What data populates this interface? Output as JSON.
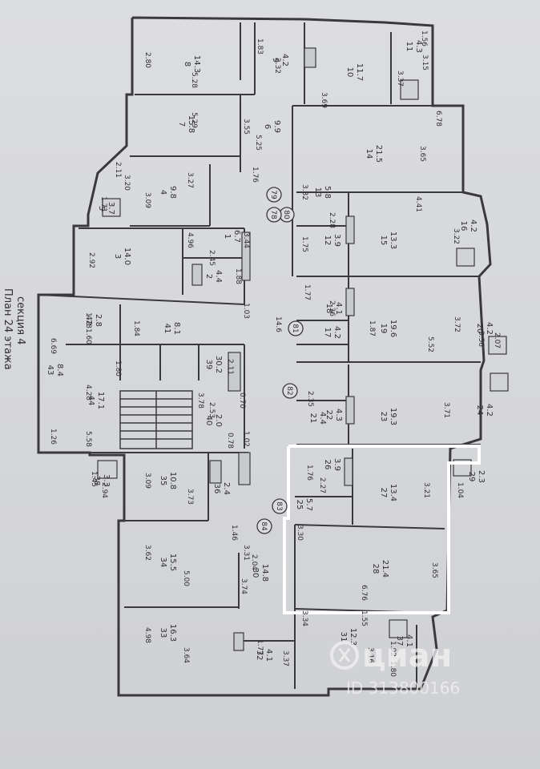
{
  "sheet_caption": {
    "line1": "План 24 этажа",
    "line2": "секция 4"
  },
  "rooms": [
    {
      "no": "8",
      "area": "14.3"
    },
    {
      "no": "9",
      "area": "4.2"
    },
    {
      "no": "10",
      "area": "11.7"
    },
    {
      "no": "11",
      "area": "4.3"
    },
    {
      "no": "7",
      "area": "15.8"
    },
    {
      "no": "6",
      "area": "9.9"
    },
    {
      "no": "14",
      "area": "21.5"
    },
    {
      "no": "5",
      "area": "3.7"
    },
    {
      "no": "4",
      "area": "9.8"
    },
    {
      "no": "13",
      "area": "5.8"
    },
    {
      "no": "16",
      "area": "4.2"
    },
    {
      "no": "15",
      "area": "13.3"
    },
    {
      "no": "12",
      "area": "3.9"
    },
    {
      "no": "1",
      "area": "6.7"
    },
    {
      "no": "2",
      "area": "4.4"
    },
    {
      "no": "3",
      "area": "14.0"
    },
    {
      "no": "18",
      "area": "4.1"
    },
    {
      "no": "19",
      "area": "19.6"
    },
    {
      "no": "20",
      "area": "4.2"
    },
    {
      "no": "17",
      "area": "4.2"
    },
    {
      "no": "42",
      "area": "2.8"
    },
    {
      "no": "41",
      "area": "8.1"
    },
    {
      "no": "39",
      "area": "30.2"
    },
    {
      "no": "43",
      "area": "8.4"
    },
    {
      "no": "44",
      "area": "17.1"
    },
    {
      "no": "22",
      "area": "4.3"
    },
    {
      "no": "21",
      "area": "4.4"
    },
    {
      "no": "23",
      "area": "19.3"
    },
    {
      "no": "24",
      "area": "4.2"
    },
    {
      "no": "40",
      "area": "2.0"
    },
    {
      "no": "26",
      "area": "3.9"
    },
    {
      "no": "27",
      "area": "13.4"
    },
    {
      "no": "29",
      "area": "2.3"
    },
    {
      "no": "38",
      "area": "3.3"
    },
    {
      "no": "35",
      "area": "10.8"
    },
    {
      "no": "36",
      "area": "2.4"
    },
    {
      "no": "25",
      "area": "5.7"
    },
    {
      "no": "28",
      "area": "21.4"
    },
    {
      "no": "34",
      "area": "15.5"
    },
    {
      "no": "30",
      "area": "14.8"
    },
    {
      "no": "33",
      "area": "16.3"
    },
    {
      "no": "32",
      "area": "4.1"
    },
    {
      "no": "31",
      "area": "12.3"
    },
    {
      "no": "37",
      "area": "4.1"
    }
  ],
  "dimensions": [
    "2.80",
    "5.28",
    "1.83",
    "2.32",
    "3.37",
    "3.69",
    "1.56",
    "3.15",
    "5.29",
    "3.55",
    "5.25",
    "6.78",
    "3.65",
    "1.76",
    "3.27",
    "3.09",
    "3.20",
    "2.11",
    "1.71",
    "4.41",
    "3.32",
    "3.22",
    "2.28",
    "1.75",
    "4.96",
    "2.92",
    "1.88",
    "3.44",
    "2.45",
    "1.77",
    "2.36",
    "1.87",
    "5.52",
    "3.72",
    "3.56",
    "2.07",
    "6.69",
    "1.78",
    "1.84",
    "1.60",
    "1.80",
    "4.28",
    "3.78",
    "2.11",
    "1.03",
    "14.6",
    "0.70",
    "2.53",
    "1.02",
    "0.78",
    "1.26",
    "5.58",
    "2.35",
    "3.71",
    "3.09",
    "3.73",
    "1.45",
    "2.94",
    "1.76",
    "2.27",
    "3.21",
    "1.04",
    "3.30",
    "1.46",
    "3.31",
    "3.62",
    "5.00",
    "2.04",
    "3.74",
    "3.65",
    "6.76",
    "3.34",
    "4.98",
    "3.64",
    "1.55",
    "1.77",
    "3.37",
    "3.16",
    "1.92",
    "1.80"
  ],
  "node_markers": [
    "79",
    "80",
    "78",
    "81",
    "82",
    "83",
    "84"
  ],
  "watermark": {
    "brand": "циан",
    "listing_id": "ID 313800166"
  },
  "colors": {
    "paper": "#dcdde0",
    "ink": "#3a3a3e",
    "highlight": "#ffffff"
  }
}
